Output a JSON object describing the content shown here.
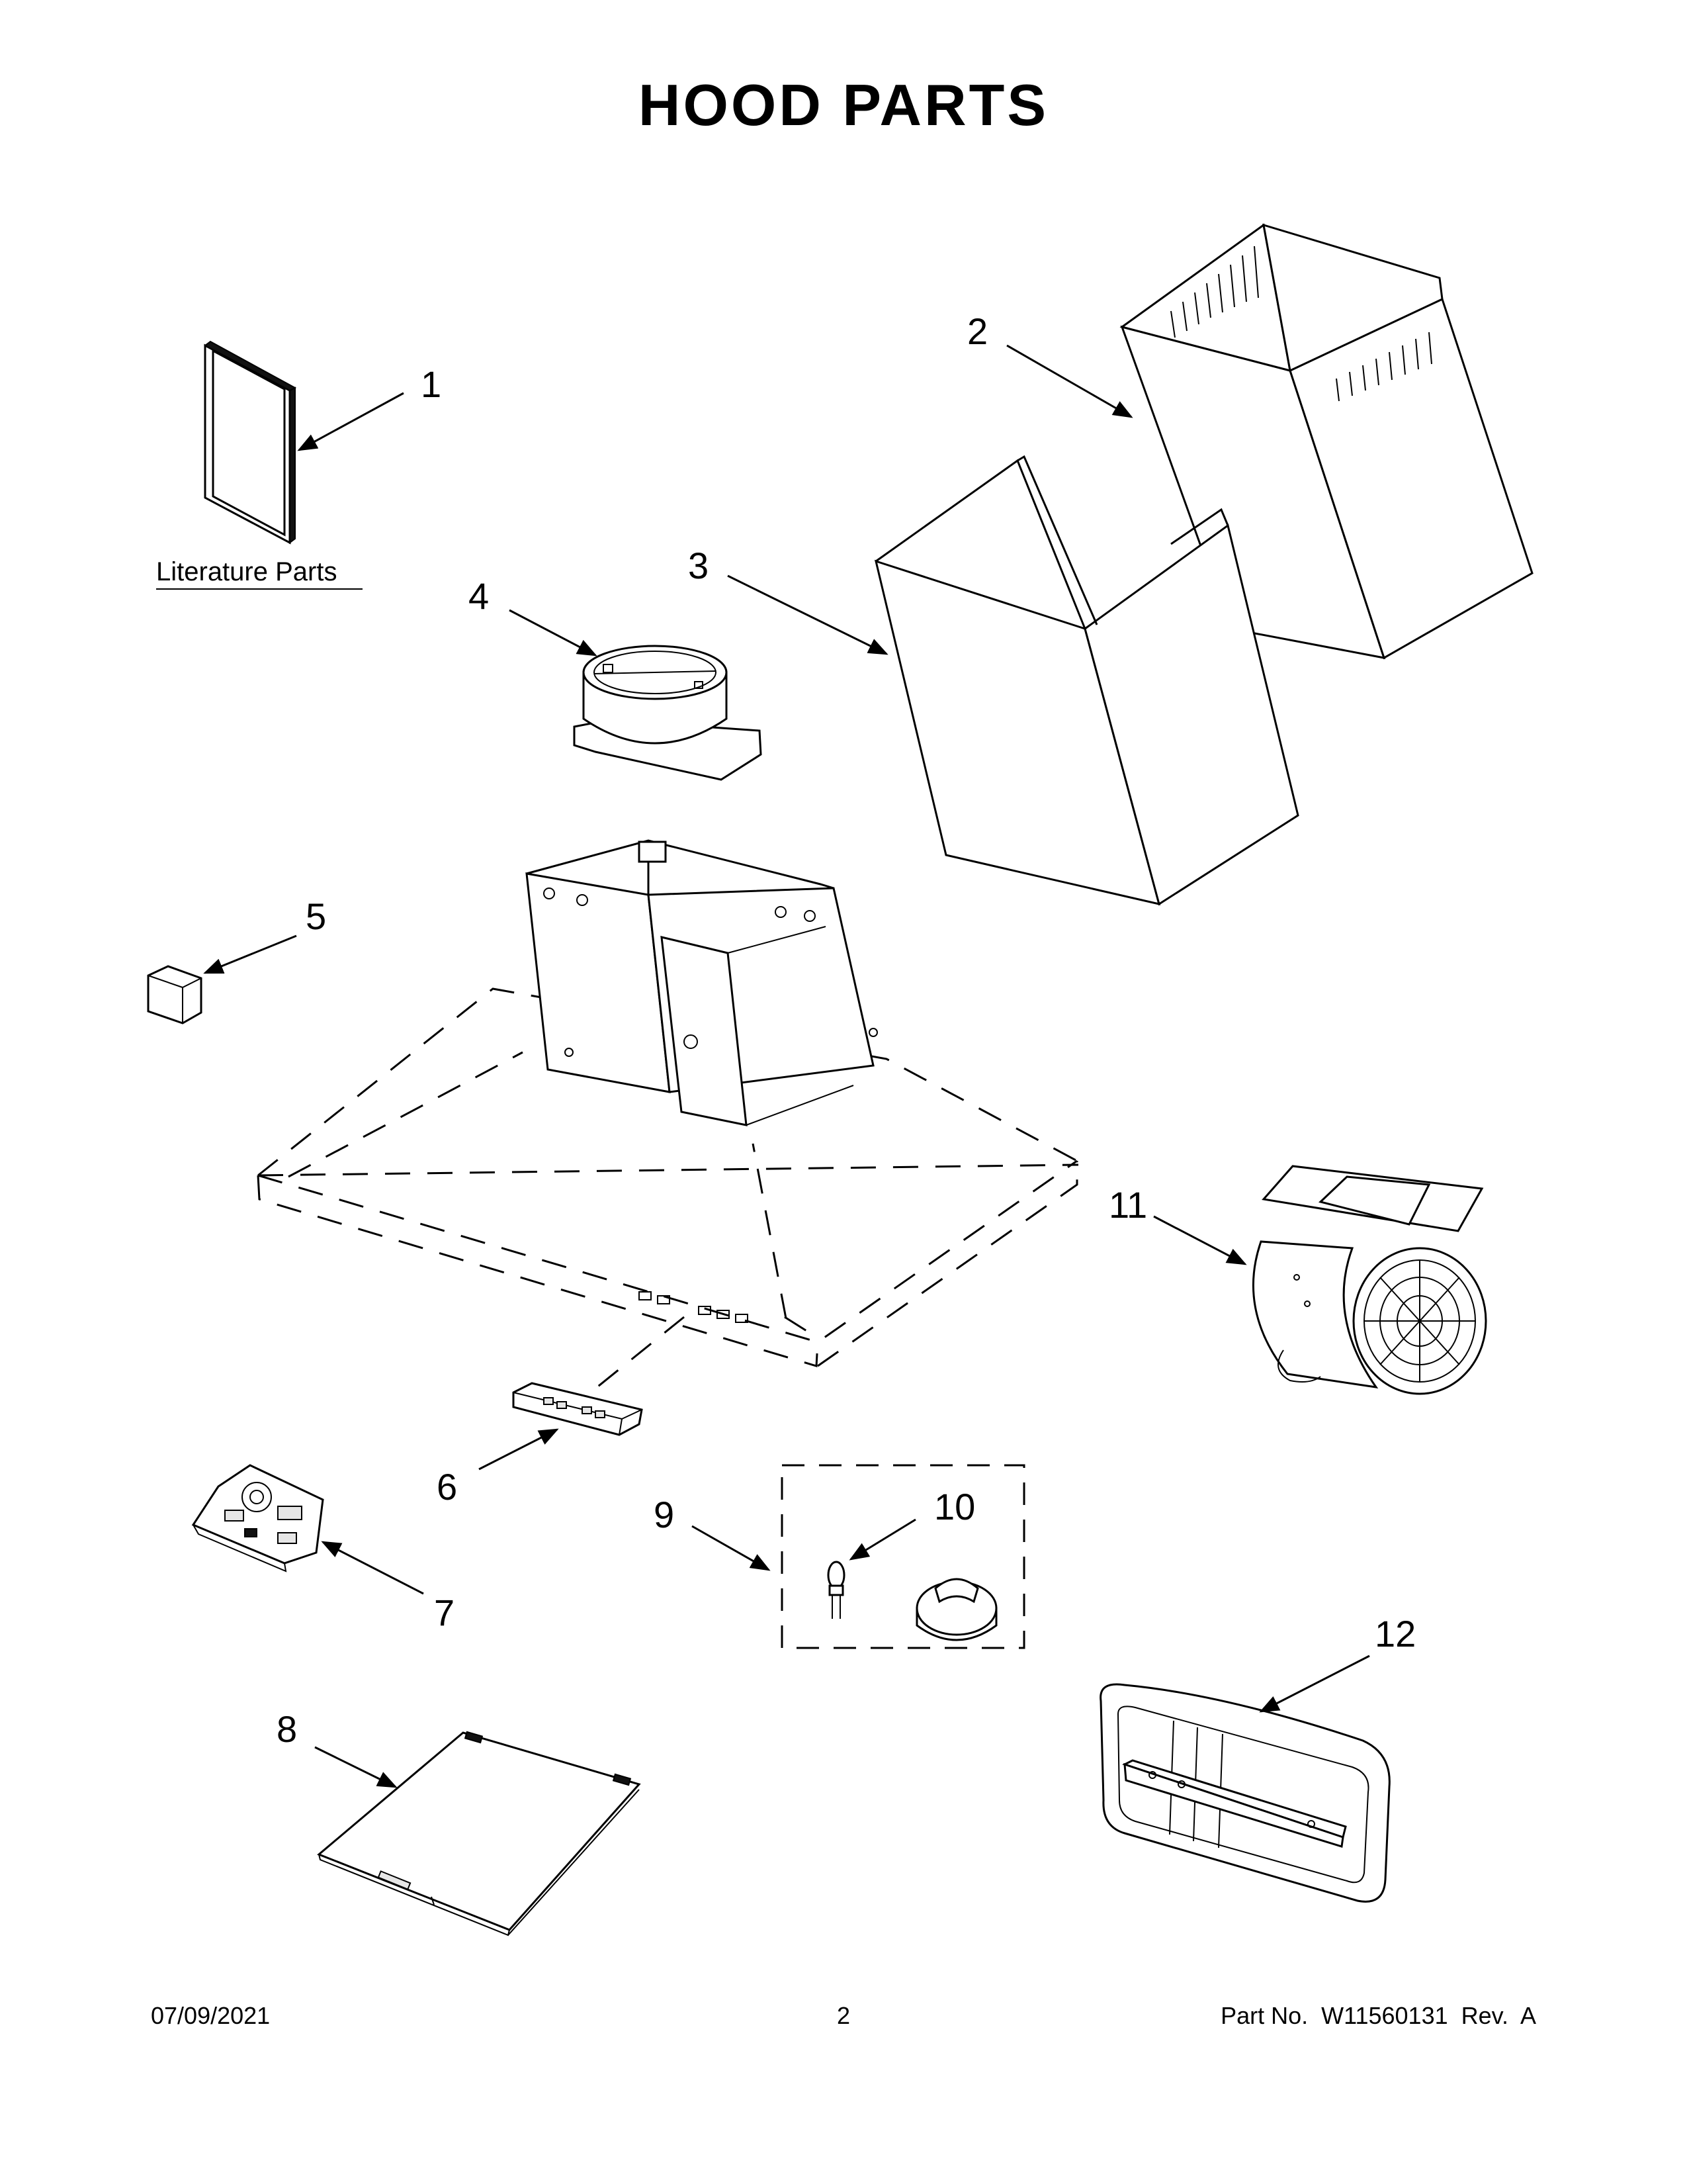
{
  "title": "HOOD PARTS",
  "literature_label": "Literature Parts",
  "callouts": [
    "1",
    "2",
    "3",
    "4",
    "5",
    "6",
    "7",
    "8",
    "9",
    "10",
    "11",
    "12"
  ],
  "footer": {
    "date": "07/09/2021",
    "page": "2",
    "part": "Part No.  W11560131  Rev.  A"
  }
}
